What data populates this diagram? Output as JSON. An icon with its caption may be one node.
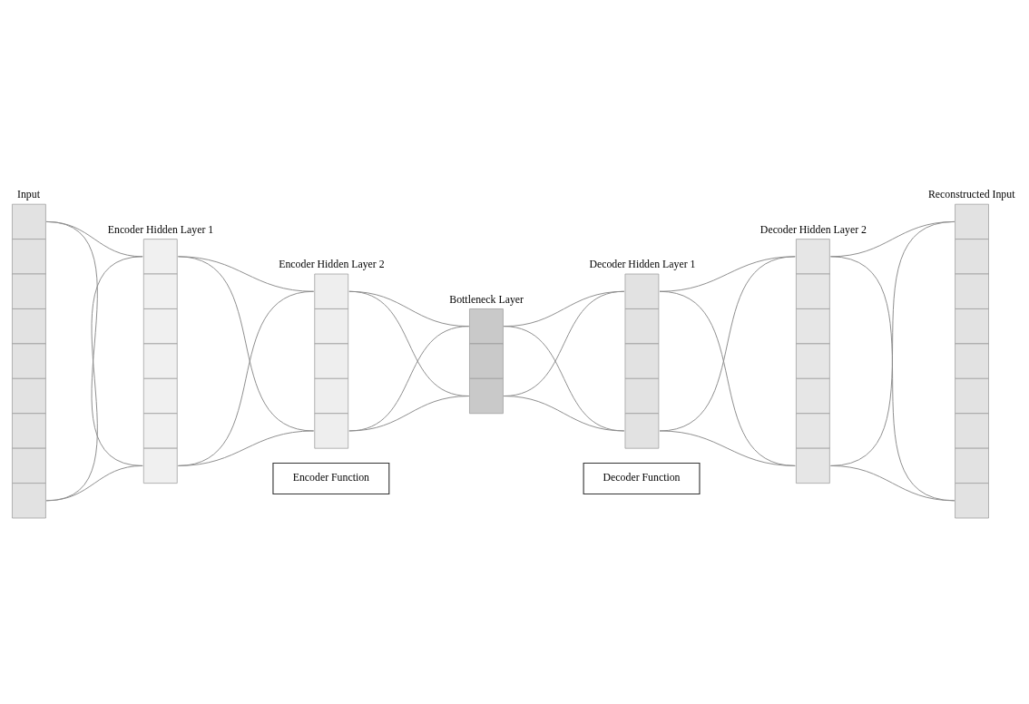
{
  "diagram": {
    "nodes": [
      {
        "text": [
          "Input"
        ]
      },
      {
        "text": [
          "Encoder Hidden Layer 1"
        ]
      },
      {
        "text": [
          "Encoder Hidden Layer 2"
        ]
      },
      {
        "text": [
          "Bottleneck Layer"
        ]
      },
      {
        "text": [
          "Decoder Hidden Layer 1"
        ]
      },
      {
        "text": [
          "Decoder Hidden Layer 2"
        ]
      },
      {
        "text": [
          "Reconstructed Input"
        ]
      }
    ],
    "edges": [
      {
        "from": 0,
        "to": 1,
        "arrow": "none"
      },
      {
        "from": 0,
        "to": 1,
        "arrow": "none"
      },
      {
        "from": 0,
        "to": 1,
        "arrow": "none"
      },
      {
        "from": 0,
        "to": 1,
        "arrow": "none"
      },
      {
        "from": 1,
        "to": 2,
        "arrow": "none"
      },
      {
        "from": 1,
        "to": 2,
        "arrow": "none"
      },
      {
        "from": 1,
        "to": 2,
        "arrow": "none"
      },
      {
        "from": 1,
        "to": 2,
        "arrow": "none"
      },
      {
        "from": 2,
        "to": 3,
        "arrow": "none"
      },
      {
        "from": 2,
        "to": 3,
        "arrow": "none"
      },
      {
        "from": 2,
        "to": 3,
        "arrow": "none"
      },
      {
        "from": 2,
        "to": 3,
        "arrow": "none"
      },
      {
        "from": 3,
        "to": 4,
        "arrow": "none"
      },
      {
        "from": 3,
        "to": 4,
        "arrow": "none"
      },
      {
        "from": 3,
        "to": 4,
        "arrow": "none"
      },
      {
        "from": 3,
        "to": 4,
        "arrow": "none"
      },
      {
        "from": 4,
        "to": 5,
        "arrow": "none"
      },
      {
        "from": 4,
        "to": 5,
        "arrow": "none"
      },
      {
        "from": 4,
        "to": 5,
        "arrow": "none"
      },
      {
        "from": 4,
        "to": 5,
        "arrow": "none"
      },
      {
        "from": 5,
        "to": 6,
        "arrow": "none"
      },
      {
        "from": 5,
        "to": 6,
        "arrow": "none"
      },
      {
        "from": 5,
        "to": 6,
        "arrow": "none"
      },
      {
        "from": 5,
        "to": 6,
        "arrow": "none"
      }
    ],
    "labels": [
      "Encoder Function",
      "Decoder Function"
    ]
  }
}
